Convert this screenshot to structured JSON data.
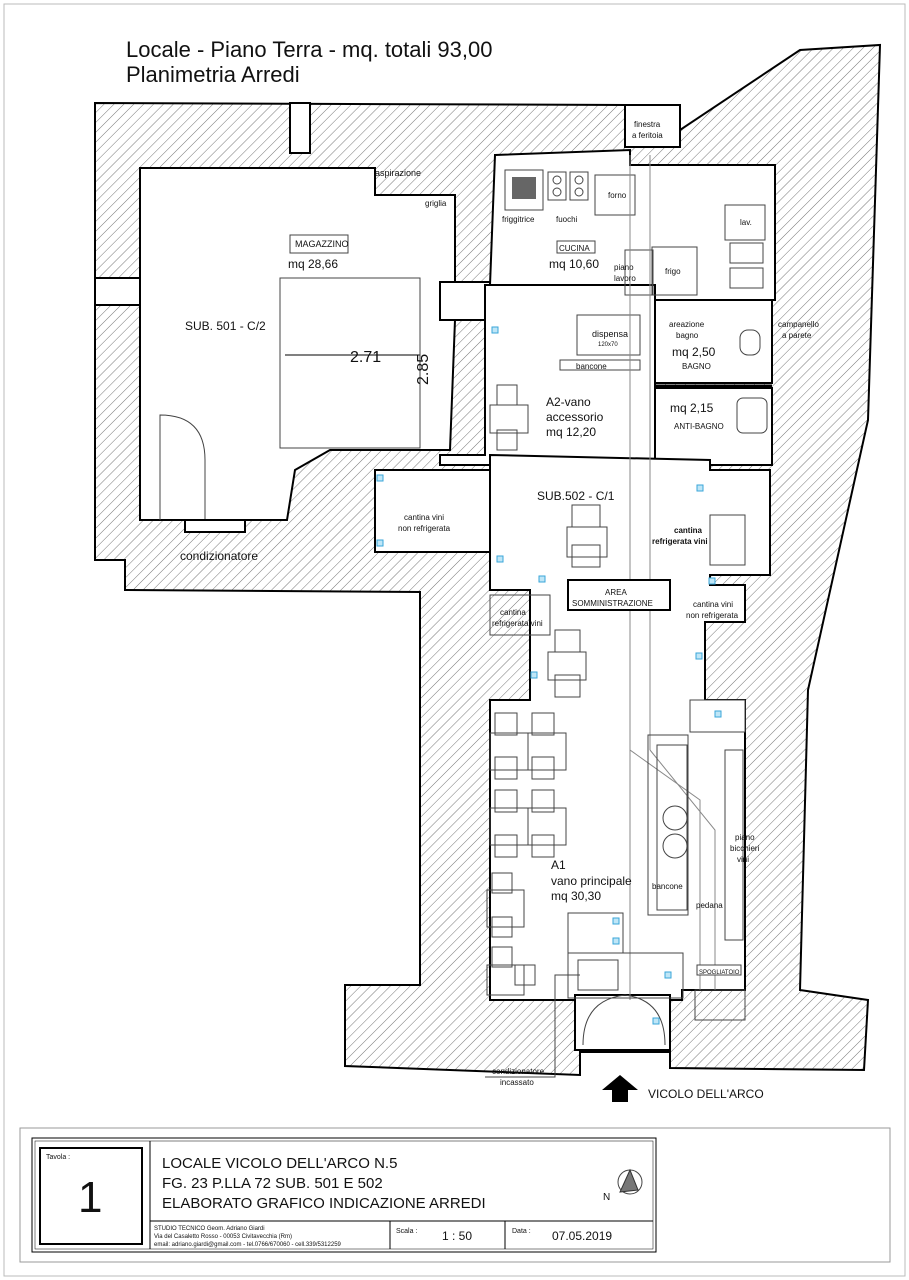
{
  "header": {
    "title": "Locale - Piano Terra - mq. totali 93,00",
    "subtitle": "Planimetria Arredi"
  },
  "rooms": {
    "magazzino_label": "MAGAZZINO",
    "magazzino_area": "mq 28,66",
    "sub501": "SUB. 501 - C/2",
    "dim_width": "2.71",
    "dim_height": "2.85",
    "aspirazione": "aspirazione",
    "griglia": "griglia",
    "condizionatore": "condizionatore",
    "finestra_1": "finestra",
    "finestra_2": "a feritoia",
    "friggitrice": "friggitrice",
    "fuochi": "fuochi",
    "forno": "forno",
    "lav": "lav.",
    "cucina_label": "CUCINA",
    "cucina_area": "mq 10,60",
    "piano_lavoro_1": "piano",
    "piano_lavoro_2": "lavoro",
    "frigo": "frigo",
    "dispensa": "dispensa",
    "dispensa_size": "120x70",
    "bancone_kitchen": "bancone",
    "areazione_1": "areazione",
    "areazione_2": "bagno",
    "bagno_area": "mq 2,50",
    "bagno_label": "BAGNO",
    "campanello_1": "campanello",
    "campanello_2": "a parete",
    "antibagno_area": "mq 2,15",
    "antibagno_label": "ANTI-BAGNO",
    "a2_1": "A2-vano",
    "a2_2": "accessorio",
    "a2_3": "mq 12,20",
    "sub502": "SUB.502 - C/1",
    "cantina_nr_left_1": "cantina vini",
    "cantina_nr_left_2": "non refrigerata",
    "cantina_ref_right_1": "cantina",
    "cantina_ref_right_2": "refrigerata vini",
    "area_somm_1": "AREA",
    "area_somm_2": "SOMMINISTRAZIONE",
    "cantina_ref_left_1": "cantina",
    "cantina_ref_left_2": "refrigerata vini",
    "cantina_nr_right_1": "cantina vini",
    "cantina_nr_right_2": "non refrigerata",
    "piano_bicchieri_1": "piano",
    "piano_bicchieri_2": "bicchieri",
    "piano_bicchieri_3": "vini",
    "a1_1": "A1",
    "a1_2": "vano principale",
    "a1_3": "mq 30,30",
    "bancone_bar": "bancone",
    "pedana": "pedana",
    "spogliatoio": "SPOGLIATOIO",
    "cond_incassato_1": "condizionatore",
    "cond_incassato_2": "incassato",
    "entrance": "VICOLO DELL'ARCO"
  },
  "title_block": {
    "tavola_label": "Tavola :",
    "tavola_number": "1",
    "line1": "LOCALE VICOLO DELL'ARCO N.5",
    "line2": "FG. 23 P.LLA 72 SUB. 501 E 502",
    "line3": "ELABORATO GRAFICO INDICAZIONE ARREDI",
    "studio_1": "STUDIO TECNICO  Geom. Adriano Giardi",
    "studio_2": "Via del Casaletto Rosso - 00053 Civitavecchia (Rm)",
    "studio_3": "email: adriano.giardi@gmail.com - tel.0766/670060 - cell.339/5312259",
    "scala_label": "Scala :",
    "scala_value": "1 : 50",
    "data_label": "Data :",
    "data_value": "07.05.2019",
    "north": "N"
  }
}
